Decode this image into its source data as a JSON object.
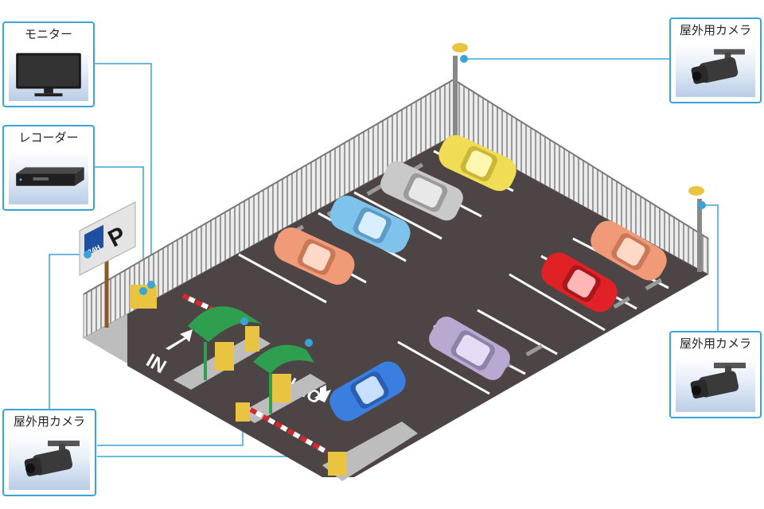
{
  "devices": {
    "monitor_label": "モニター",
    "recorder_label": "レコーダー",
    "camera_top_right_label": "屋外用カメラ",
    "camera_right_label": "屋外用カメラ",
    "camera_bottom_left_label": "屋外用カメラ"
  },
  "signage": {
    "hours": "24H",
    "parking": "P"
  },
  "road_markings": {
    "entrance": "IN",
    "exit": "OUT"
  },
  "colors": {
    "connector_line": "#3aa3d8",
    "asphalt": "#4d4545",
    "gate_canopy": "#2e9e4f",
    "sign_board": "#1f4fa0"
  },
  "icons": {
    "monitor": "monitor-icon",
    "recorder": "recorder-icon",
    "camera": "bullet-camera-icon",
    "entrance_arrow": "arrow-up-icon",
    "exit_arrow": "arrow-down-icon"
  }
}
